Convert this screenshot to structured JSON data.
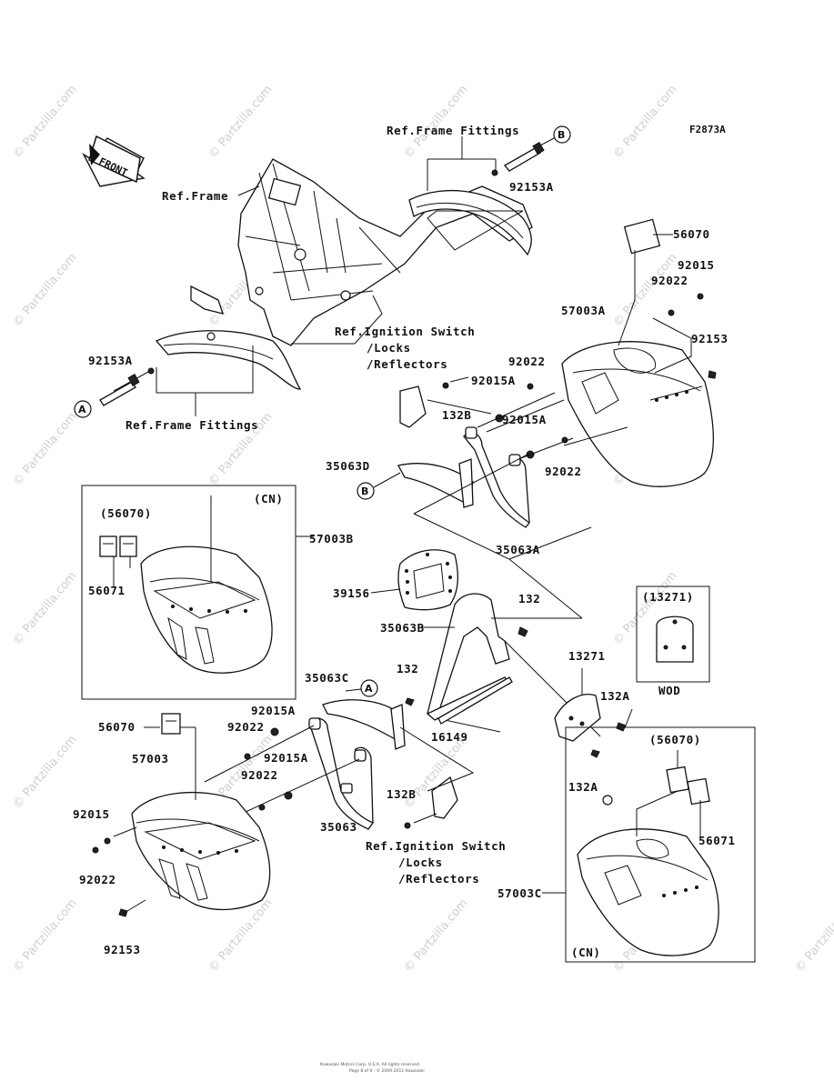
{
  "diagram": {
    "code": "F2873A",
    "front_label": "FRONT",
    "labels": {
      "ref_frame_fittings_top": "Ref.Frame Fittings",
      "ref_frame": "Ref.Frame",
      "ref_frame_fittings_left": "Ref.Frame Fittings",
      "ref_ignition_1a": "Ref.Ignition Switch",
      "ref_ignition_1b": "/Locks",
      "ref_ignition_1c": "/Reflectors",
      "ref_ignition_2a": "Ref.Ignition Switch",
      "ref_ignition_2b": "/Locks",
      "ref_ignition_2c": "/Reflectors",
      "p92153A_top": "92153A",
      "p92153A_left": "92153A",
      "p56070_top": "56070",
      "p92015_top": "92015",
      "p92022_top": "92022",
      "p57003A": "57003A",
      "p92153_right": "92153",
      "p92022_mid": "92022",
      "p92015A_mid": "92015A",
      "p132B_top": "132B",
      "p92015A_mid2": "92015A",
      "p92022_mid2": "92022",
      "p35063D": "35063D",
      "p35063A": "35063A",
      "cn_top": "(CN)",
      "p56070_cn": "(56070)",
      "p56071_cn": "56071",
      "p57003B": "57003B",
      "p39156": "39156",
      "p132_a": "132",
      "p35063B": "35063B",
      "p13271_box": "(13271)",
      "wod": "WOD",
      "p13271": "13271",
      "p35063C": "35063C",
      "p132_b": "132",
      "p132A_a": "132A",
      "p16149": "16149",
      "p92015A_left1": "92015A",
      "p56070_left": "56070",
      "p92022_left1": "92022",
      "p92015A_left2": "92015A",
      "p57003": "57003",
      "p92022_left2": "92022",
      "p132A_b": "132A",
      "p56070_cn2": "(56070)",
      "p92015_left": "92015",
      "p132B_bottom": "132B",
      "p35063": "35063",
      "p56071_cn2": "56071",
      "p92022_left3": "92022",
      "p57003C": "57003C",
      "p92153_bottom": "92153",
      "cn_bottom": "(CN)"
    },
    "callouts": {
      "a": "A",
      "b": "B"
    },
    "watermark": "© Partzilla.com",
    "copyright_1": "Kawasaki Motors Corp. U.S.A. All rights reserved.",
    "copyright_2": "Page 8 of 9 - © 2009-2011 Kawasaki"
  }
}
